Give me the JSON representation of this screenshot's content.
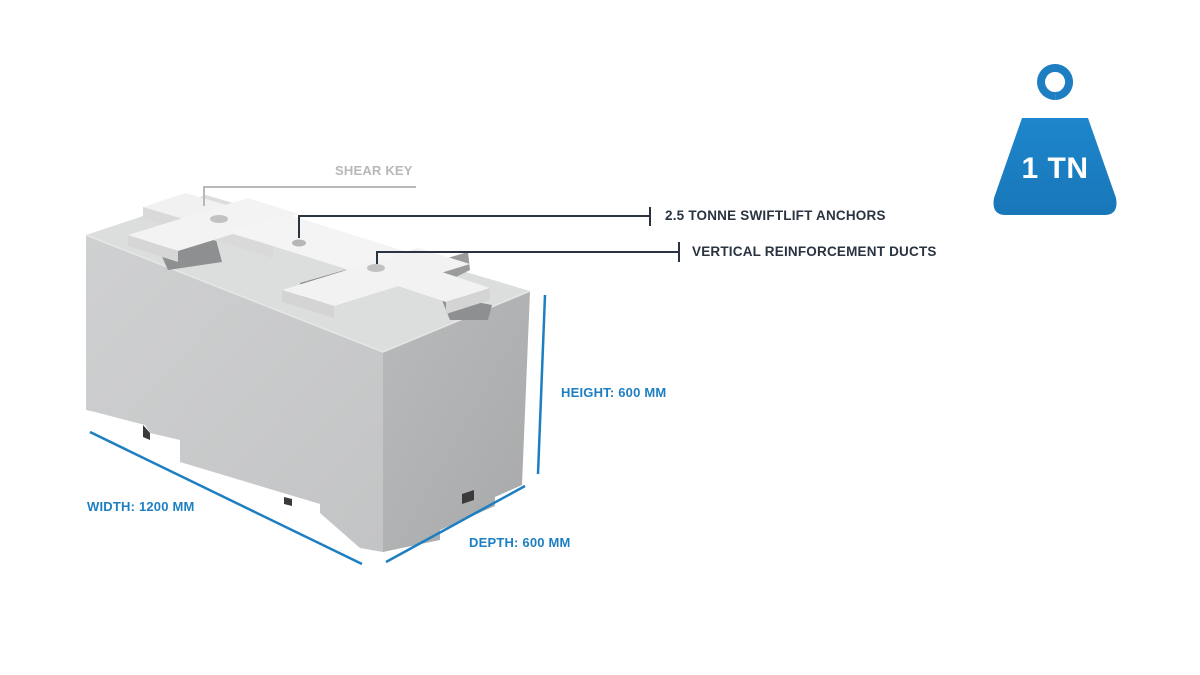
{
  "labels": {
    "shear_key": "SHEAR KEY",
    "anchors": "2.5 TONNE SWIFTLIFT ANCHORS",
    "ducts": "VERTICAL REINFORCEMENT DUCTS",
    "height": "HEIGHT: 600 MM",
    "width": "WIDTH: 1200 MM",
    "depth": "DEPTH: 600 MM"
  },
  "weight": {
    "value": "1 TN",
    "icon": "weight-icon"
  },
  "colors": {
    "accent_blue": "#1d7fc1",
    "leader_dark": "#2a3340",
    "leader_grey": "#b8b8b8",
    "block_front": "#c9cacb",
    "block_side": "#adaeaf",
    "block_top": "#dcdddd",
    "shear_key": "#f1f1f1"
  }
}
